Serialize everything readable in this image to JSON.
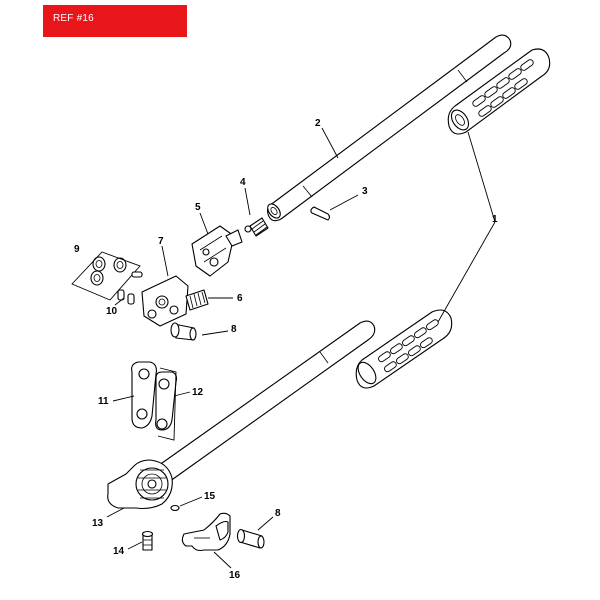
{
  "header": {
    "ref_label": "REF #16"
  },
  "colors": {
    "badge": "#e8151b",
    "badge_text": "#ffffff",
    "lines": "#000000"
  },
  "callouts": {
    "c1": "1",
    "c2": "2",
    "c3": "3",
    "c4": "4",
    "c5": "5",
    "c6": "6",
    "c7": "7",
    "c8a": "8",
    "c8b": "8",
    "c9": "9",
    "c10": "10",
    "c11": "11",
    "c12": "12",
    "c13": "13",
    "c14": "14",
    "c15": "15",
    "c16": "16"
  }
}
